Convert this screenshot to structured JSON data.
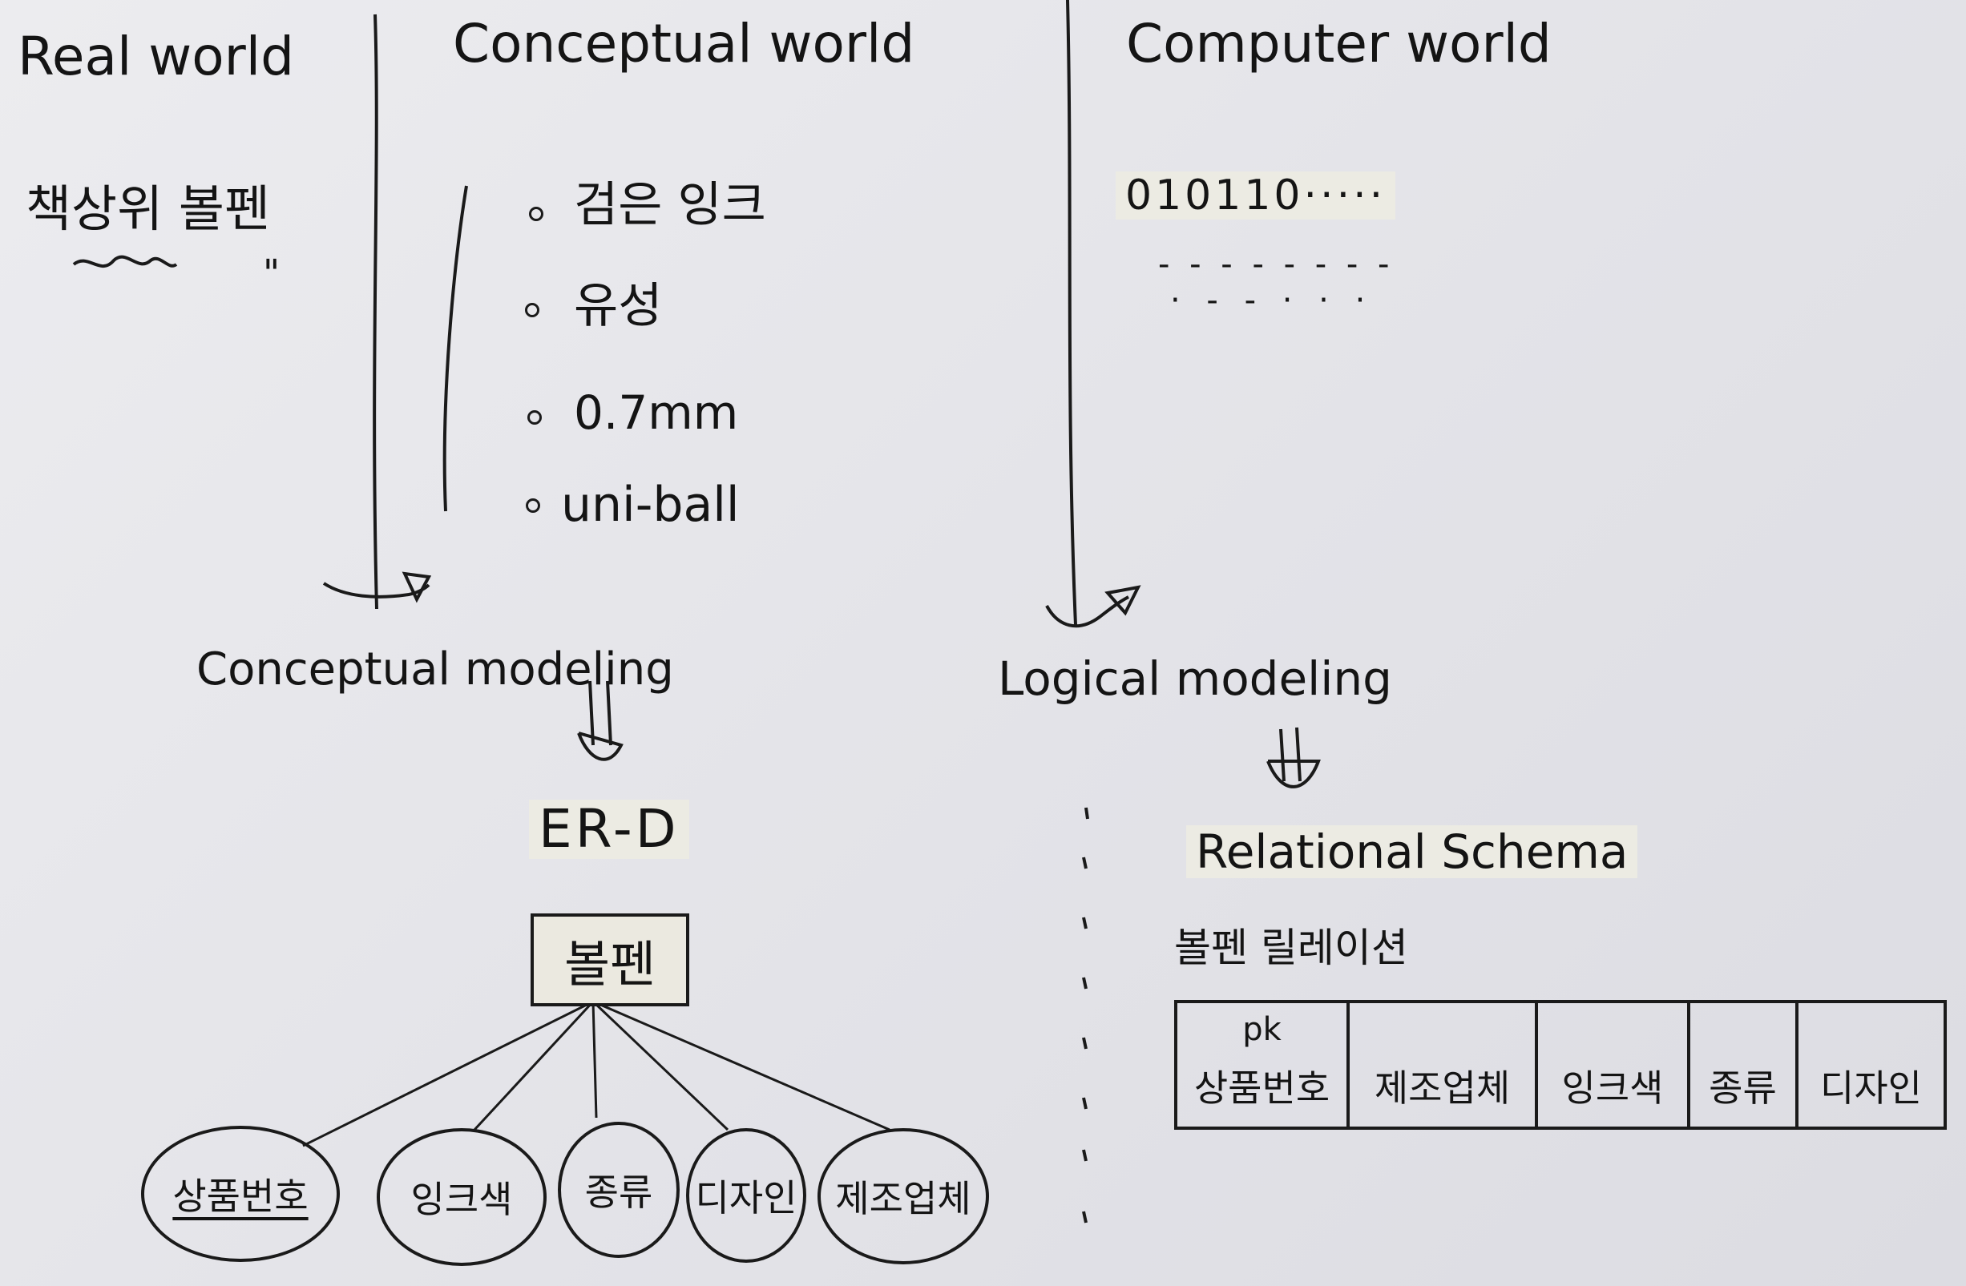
{
  "headers": {
    "real_world": "Real world",
    "conceptual_world": "Conceptual world",
    "computer_world": "Computer world"
  },
  "real_world": {
    "object": "책상위 볼펜",
    "ditto": "\""
  },
  "conceptual_world": {
    "properties": [
      "검은 잉크",
      "유성",
      "0.7mm",
      "uni-ball"
    ]
  },
  "computer_world": {
    "binary": "010110·····",
    "dots_line1": "- - - - - - - -",
    "dots_line2": "· - - · · ·"
  },
  "conceptual_modeling": {
    "label": "Conceptual modeling",
    "result": "ER-D",
    "entity": "볼펜",
    "attributes": [
      {
        "name": "상품번호",
        "pk": true
      },
      {
        "name": "잉크색",
        "pk": false
      },
      {
        "name": "종류",
        "pk": false
      },
      {
        "name": "디자인",
        "pk": false
      },
      {
        "name": "제조업체",
        "pk": false
      }
    ]
  },
  "logical_modeling": {
    "label": "Logical modeling",
    "result": "Relational Schema",
    "relation_name": "볼펜 릴레이션",
    "pk_marker": "pk",
    "columns": [
      "상품번호",
      "제조업체",
      "잉크색",
      "종류",
      "디자인"
    ]
  }
}
